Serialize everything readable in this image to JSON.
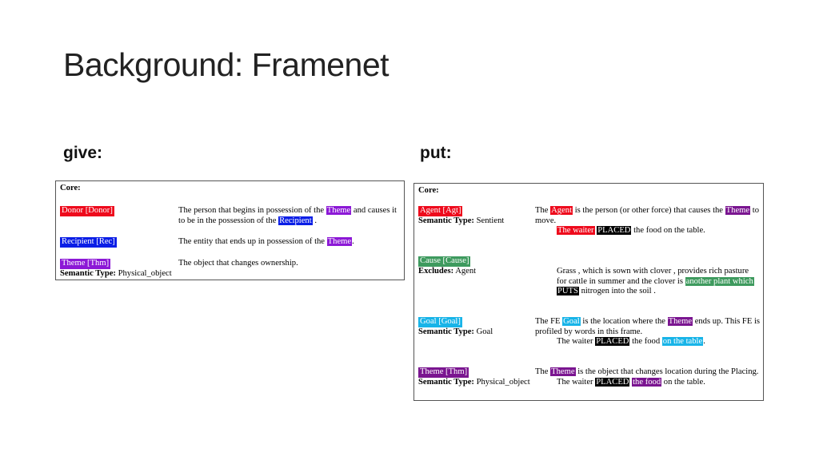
{
  "title": "Background: Framenet",
  "give": {
    "heading": "give:",
    "core_label": "Core:",
    "donor": {
      "label": "Donor [Donor]",
      "def_1": "The person that begins in possession of the",
      "def_theme": "Theme",
      "def_2": "and causes it to be in the possession of the",
      "def_recipient": "Recipient",
      "def_3": "."
    },
    "recipient": {
      "label": "Recipient [Rec]",
      "def_1": "The entity that ends up in possession of the",
      "def_theme": "Theme",
      "def_2": "."
    },
    "theme": {
      "label": "Theme [Thm]",
      "sem_key": "Semantic Type:",
      "sem_val": "Physical_object",
      "def": "The object that changes ownership."
    },
    "colors": {
      "donor": "#ee0a1c",
      "recipient": "#0a1ee6",
      "theme": "#8c18d6"
    }
  },
  "put": {
    "heading": "put:",
    "core_label": "Core:",
    "agent": {
      "label": "Agent [Agt]",
      "sem_key": "Semantic Type:",
      "sem_val": "Sentient",
      "def_1": "The",
      "def_agent": "Agent",
      "def_2": "is the person (or other force) that causes the",
      "def_theme": "Theme",
      "def_3": "to move.",
      "ex_waiter": "The waiter",
      "ex_placed": "PLACED",
      "ex_rest": "the food on the table."
    },
    "cause": {
      "label": "Cause [Cause]",
      "exc_key": "Excludes:",
      "exc_val": "Agent",
      "ex_1": "Grass , which is sown with clover , provides rich pasture for cattle in summer and the clover is",
      "ex_plant": "another plant which",
      "ex_puts": "PUTS",
      "ex_2": "nitrogen into the soil ."
    },
    "goal": {
      "label": "Goal [Goal]",
      "sem_key": "Semantic Type:",
      "sem_val": "Goal",
      "def_1": "The FE",
      "def_goal": "Goal",
      "def_2": "is the location where the",
      "def_theme": "Theme",
      "def_3": "ends up. This FE is profiled by words in this frame.",
      "ex_1": "The waiter",
      "ex_placed": "PLACED",
      "ex_2": "the food",
      "ex_table": "on the table",
      "ex_3": "."
    },
    "theme": {
      "label": "Theme [Thm]",
      "sem_key": "Semantic Type:",
      "sem_val": "Physical_object",
      "def_1": "The",
      "def_theme": "Theme",
      "def_2": "is the object that changes location during the Placing.",
      "ex_1": "The waiter",
      "ex_placed": "PLACED",
      "ex_food": "the food",
      "ex_2": "on the table."
    },
    "colors": {
      "agent": "#ee0a1c",
      "cause": "#3e9a5e",
      "goal": "#18b4e8",
      "theme": "#7a1590",
      "target": "#000000"
    }
  }
}
